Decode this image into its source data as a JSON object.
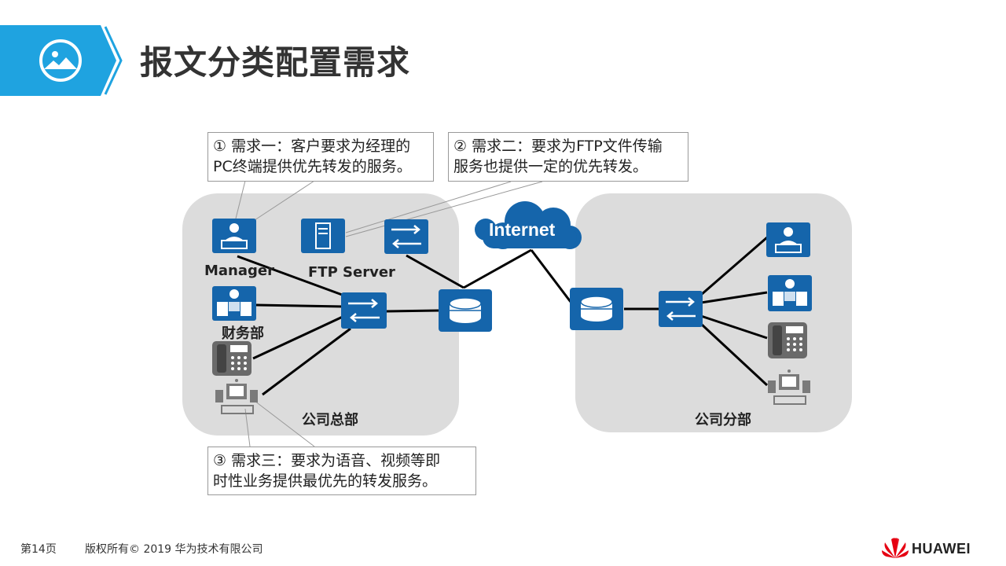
{
  "title": "报文分类配置需求",
  "callouts": {
    "req1_line1": "① 需求一：客户要求为经理的",
    "req1_line2": "PC终端提供优先转发的服务。",
    "req2_line1": "② 需求二：要求为FTP文件传输",
    "req2_line2": "服务也提供一定的优先转发。",
    "req3_line1": "③ 需求三：要求为语音、视频等即",
    "req3_line2": "时性业务提供最优先的转发服务。"
  },
  "labels": {
    "manager": "Manager",
    "ftp_server": "FTP Server",
    "finance": "财务部",
    "internet": "Internet",
    "hq": "公司总部",
    "branch": "公司分部"
  },
  "footer": {
    "page": "第14页",
    "copyright": "版权所有© 2019 华为技术有限公司",
    "brand": "HUAWEI"
  },
  "colors": {
    "accent": "#1fa3e0",
    "device_blue": "#1565ab",
    "zone_gray": "#dcdcdc",
    "brand_red": "#e60012"
  }
}
